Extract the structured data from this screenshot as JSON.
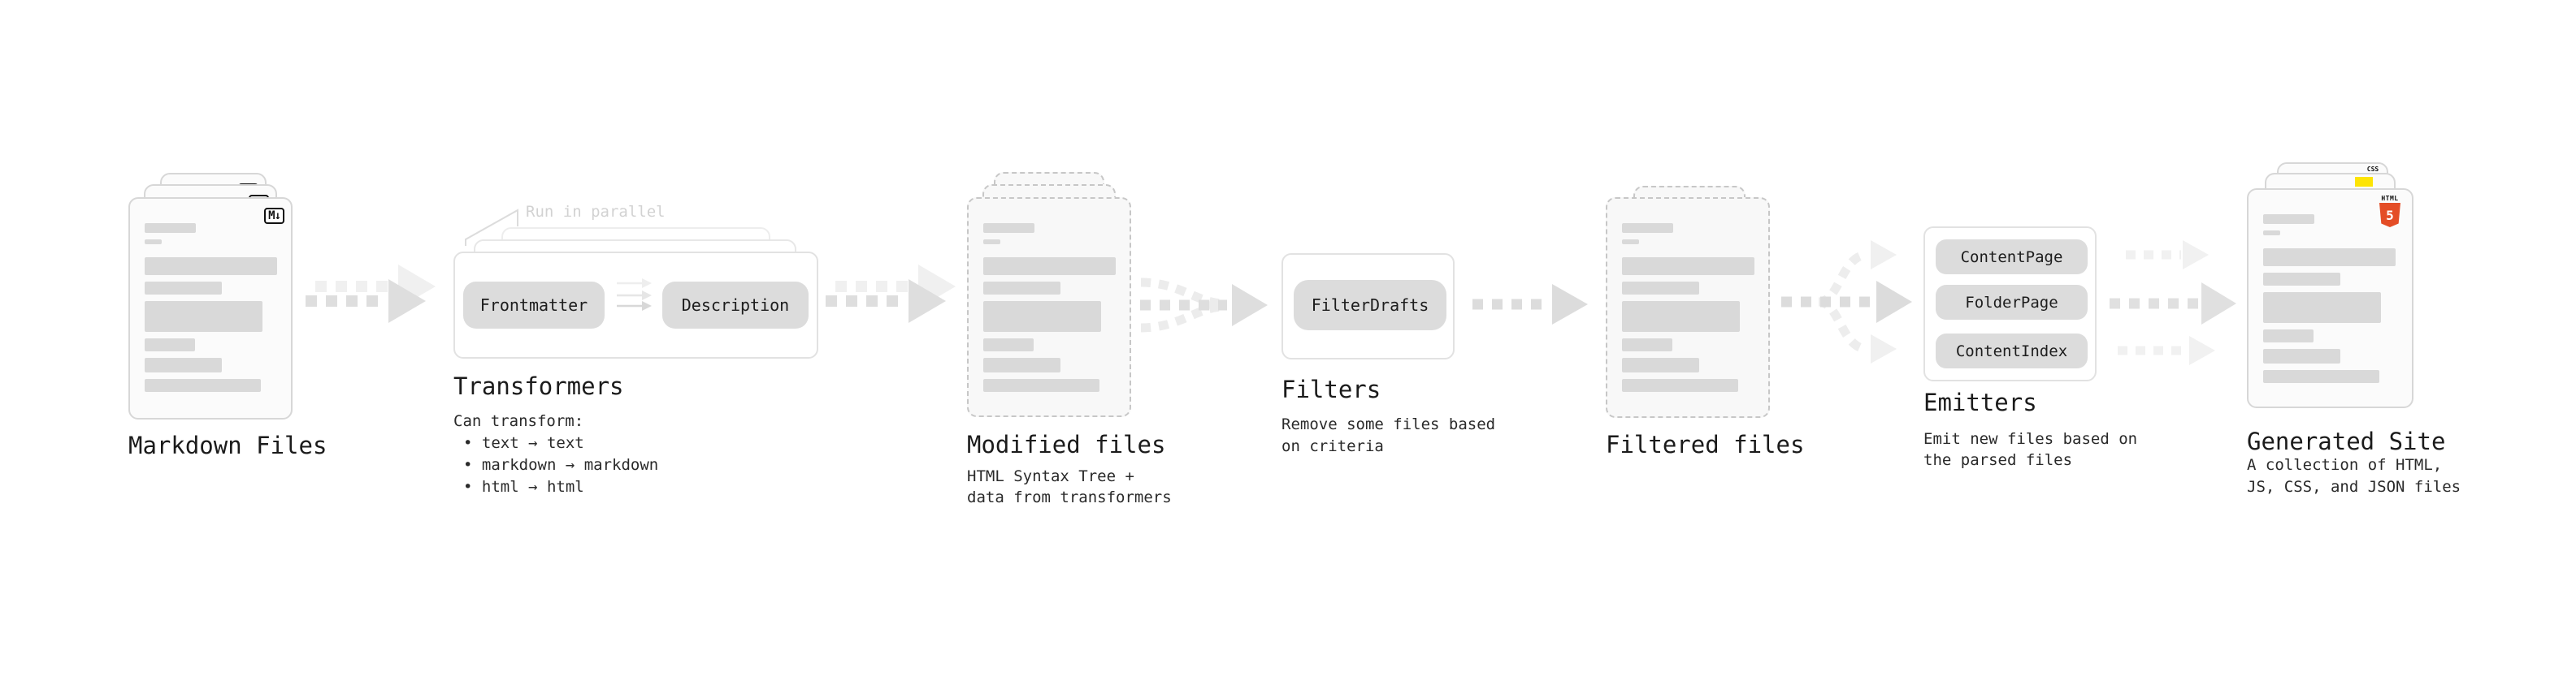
{
  "diagram": {
    "markdown": {
      "label": "Markdown Files",
      "badge": "M↓"
    },
    "transformers": {
      "label": "Transformers",
      "annotation": "Run in parallel",
      "pill_frontmatter": "Frontmatter",
      "pill_description": "Description",
      "desc": [
        "Can transform:",
        "• text → text",
        "• markdown → markdown",
        "• html → html"
      ]
    },
    "modified": {
      "label": "Modified files",
      "desc": [
        "HTML Syntax Tree +",
        "data from transformers"
      ]
    },
    "filters": {
      "label": "Filters",
      "pill": "FilterDrafts",
      "desc": [
        "Remove some files based",
        "on criteria"
      ]
    },
    "filtered": {
      "label": "Filtered files"
    },
    "emitters": {
      "label": "Emitters",
      "pill_content_page": "ContentPage",
      "pill_folder_page": "FolderPage",
      "pill_content_index": "ContentIndex",
      "desc": [
        "Emit new files based on",
        "the parsed files"
      ]
    },
    "generated": {
      "label": "Generated Site",
      "badge_css": "CSS",
      "badge_html_label": "HTML",
      "badge_html_number": "5",
      "desc": [
        "A collection of HTML,",
        "JS, CSS, and JSON files"
      ]
    },
    "colors": {
      "html5_orange": "#e44d26",
      "js_yellow": "#fde404",
      "css_blue": "#2962ff",
      "placeholder_gray": "#d9d9d9"
    }
  }
}
